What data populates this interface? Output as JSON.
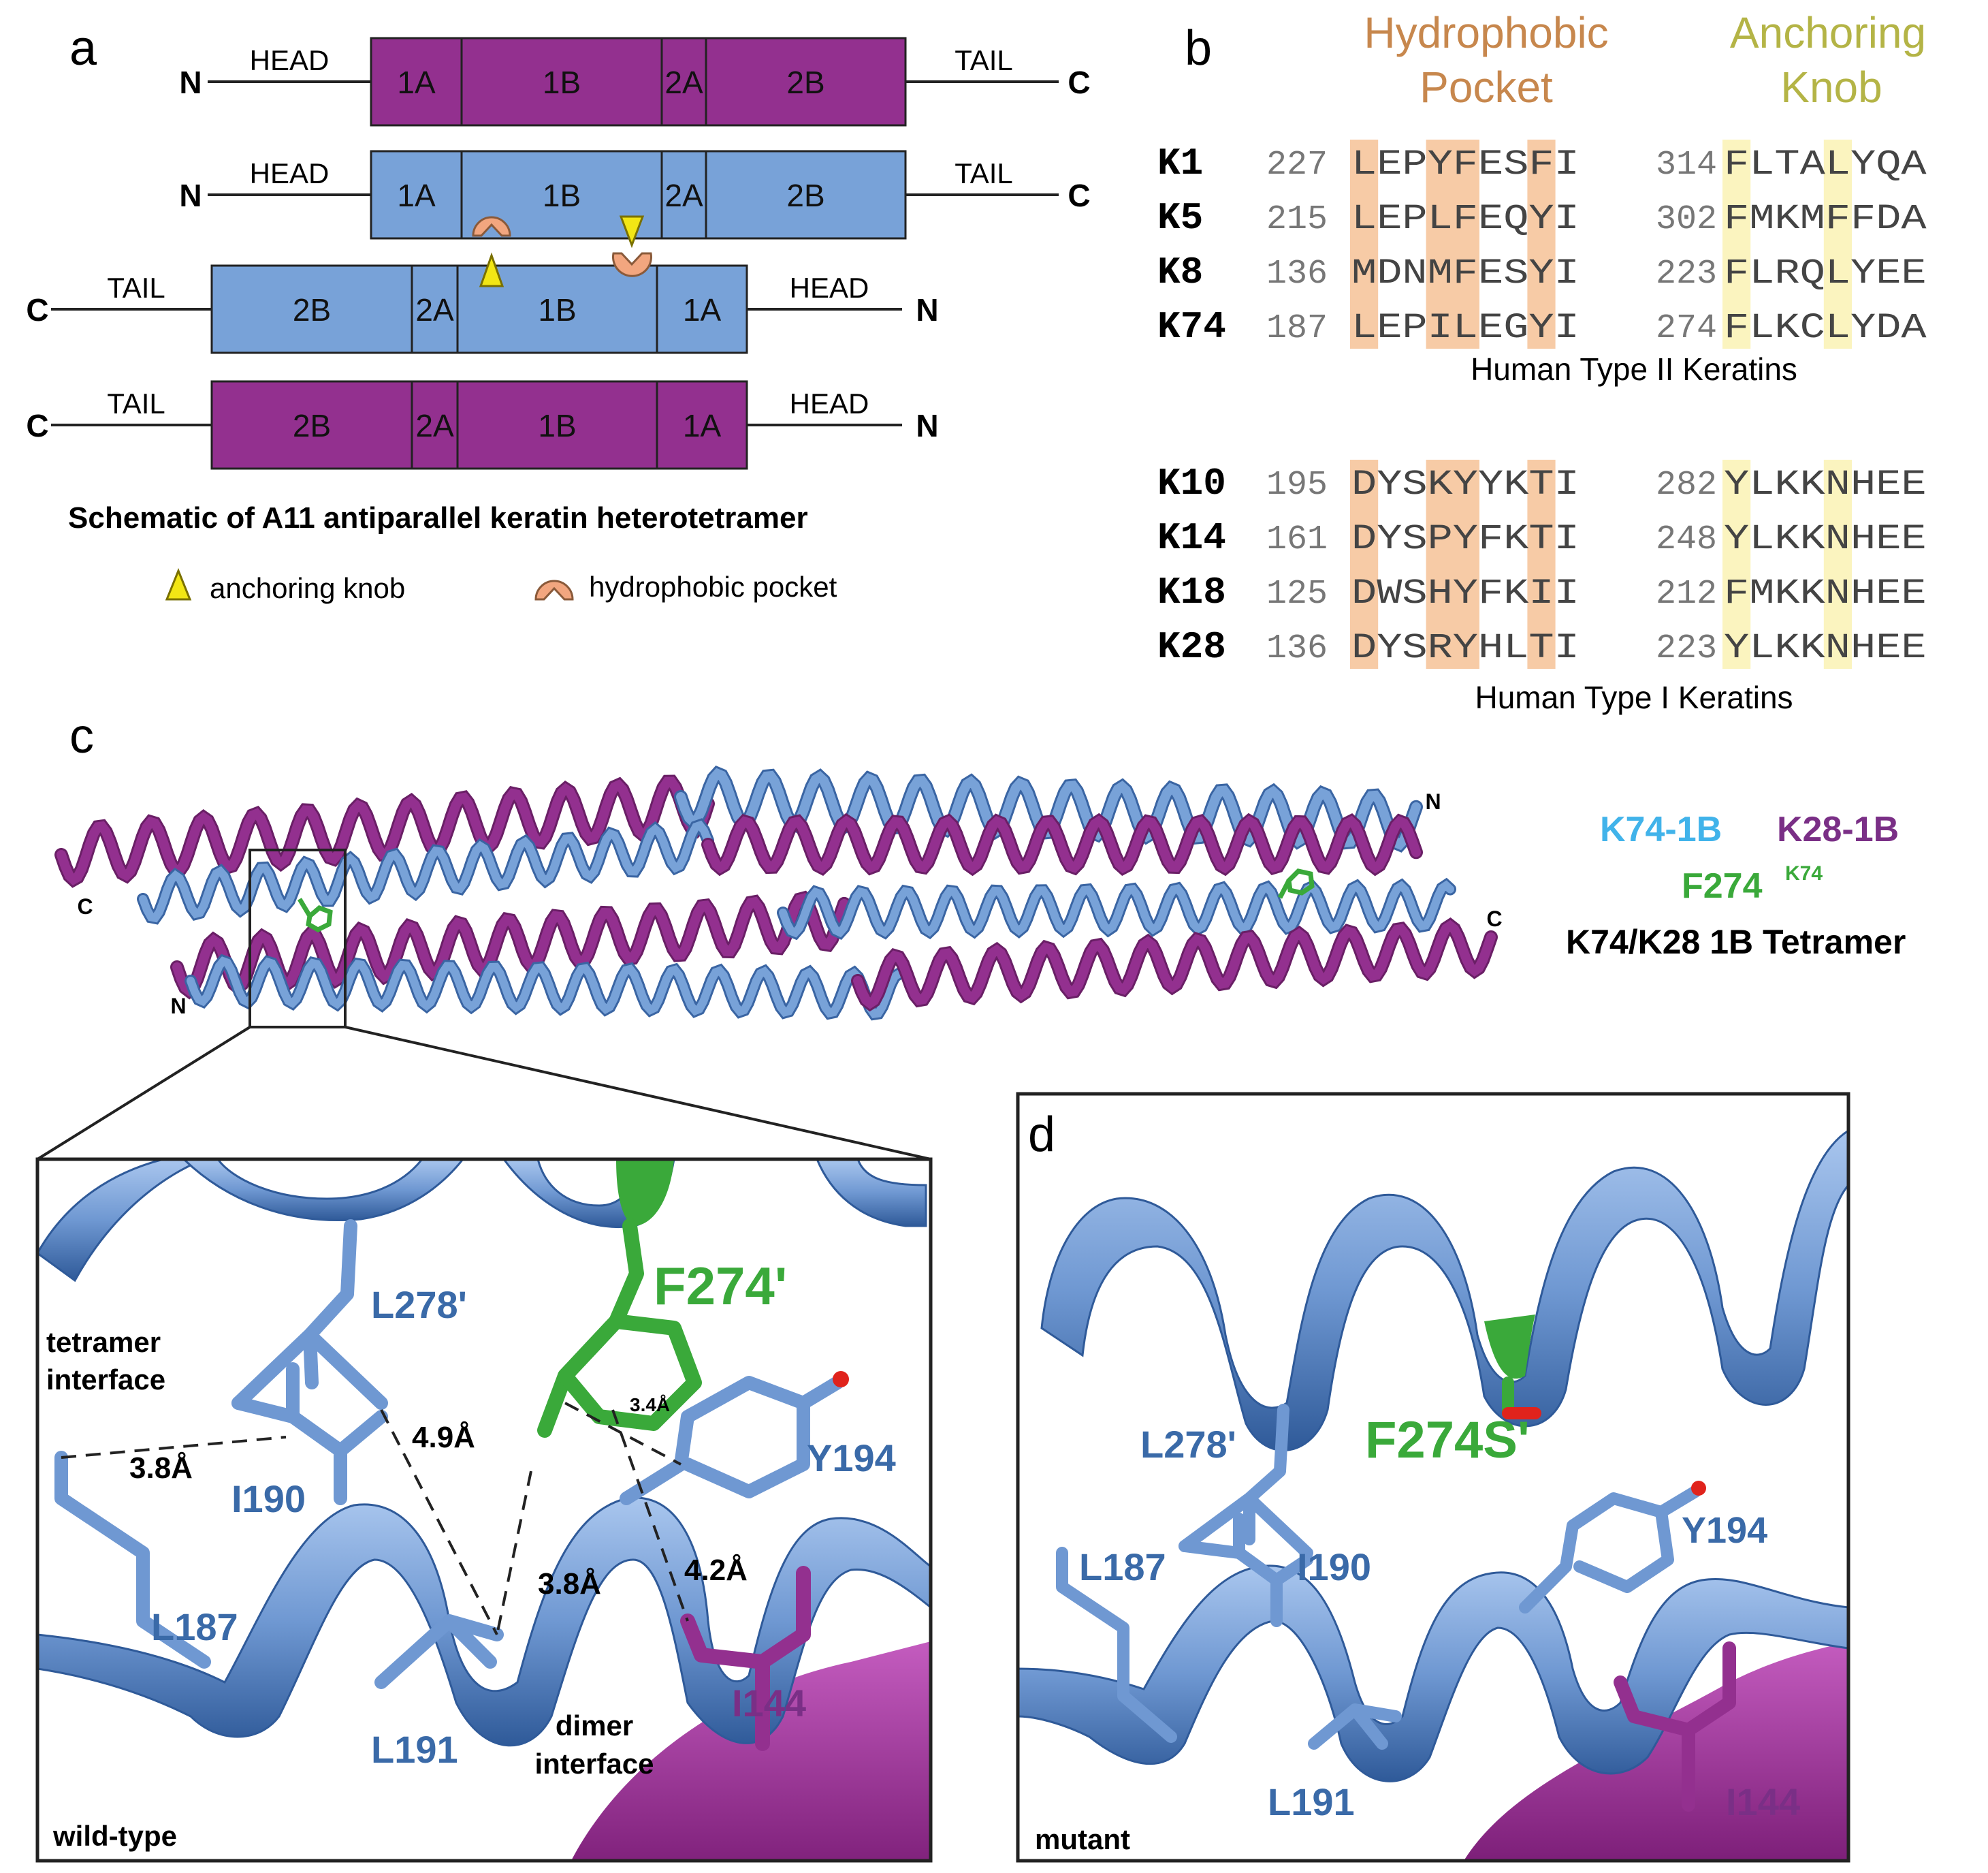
{
  "colors": {
    "purple": "#93308f",
    "blue": "#78a2d8",
    "orange": "#f7cba6",
    "yellow_hi": "#fbf4bf",
    "green": "#3aa93a",
    "dark_blue_text": "#3a6aa8",
    "purple_text": "#7a2f86",
    "light_blue_text": "#41b3ea",
    "hydrophobic_title": "#c7874d",
    "anchoring_title": "#b4b446",
    "knob_yellow": "#f2e615",
    "pocket_orange": "#f2a67f"
  },
  "panel_a": {
    "label": "a",
    "chains": [
      {
        "left_end": "N",
        "left_region": "HEAD",
        "domains": [
          "1A",
          "1B",
          "2A",
          "2B"
        ],
        "right_region": "TAIL",
        "right_end": "C"
      },
      {
        "left_end": "N",
        "left_region": "HEAD",
        "domains": [
          "1A",
          "1B",
          "2A",
          "2B"
        ],
        "right_region": "TAIL",
        "right_end": "C"
      },
      {
        "left_end": "C",
        "left_region": "TAIL",
        "domains": [
          "2B",
          "2A",
          "1B",
          "1A"
        ],
        "right_region": "HEAD",
        "right_end": "N"
      },
      {
        "left_end": "C",
        "left_region": "TAIL",
        "domains": [
          "2B",
          "2A",
          "1B",
          "1A"
        ],
        "right_region": "HEAD",
        "right_end": "N"
      }
    ],
    "caption": "Schematic of A11 antiparallel keratin heterotetramer",
    "legend": [
      {
        "icon": "triangle-icon",
        "label": "anchoring knob"
      },
      {
        "icon": "pocket-icon",
        "label": "hydrophobic pocket"
      }
    ]
  },
  "panel_b": {
    "label": "b",
    "titles": {
      "hydrophobic": [
        "Hydrophobic",
        "Pocket"
      ],
      "anchoring": [
        "Anchoring",
        "Knob"
      ]
    },
    "type2": {
      "caption": "Human Type II Keratins",
      "rows": [
        {
          "name": "K1",
          "n1": "227",
          "s1": "LEPYFESFI",
          "n2": "314",
          "s2": "FLTALYQA"
        },
        {
          "name": "K5",
          "n1": "215",
          "s1": "LEPLFEQYI",
          "n2": "302",
          "s2": "FMKMFFDA"
        },
        {
          "name": "K8",
          "n1": "136",
          "s1": "MDNMFESYI",
          "n2": "223",
          "s2": "FLRQLYEE"
        },
        {
          "name": "K74",
          "n1": "187",
          "s1": "LEPILEGYI",
          "n2": "274",
          "s2": "FLKCLYDA"
        }
      ]
    },
    "type1": {
      "caption": "Human Type I Keratins",
      "rows": [
        {
          "name": "K10",
          "n1": "195",
          "s1": "DYSKYYKTI",
          "n2": "282",
          "s2": "YLKKNHEE"
        },
        {
          "name": "K14",
          "n1": "161",
          "s1": "DYSPYFKTI",
          "n2": "248",
          "s2": "YLKKNHEE"
        },
        {
          "name": "K18",
          "n1": "125",
          "s1": "DWSHYFKII",
          "n2": "212",
          "s2": "FMKKNHEE"
        },
        {
          "name": "K28",
          "n1": "136",
          "s1": "DYSRYHLTI",
          "n2": "223",
          "s2": "YLKKNHEE"
        }
      ]
    }
  },
  "panel_c": {
    "label": "c",
    "legend": {
      "k74": "K74-1B",
      "k28": "K28-1B",
      "f_main": "F274",
      "f_sup": "K74",
      "title": "K74/K28 1B Tetramer"
    },
    "end_labels": {
      "top_right": "N",
      "mid_left": "C",
      "mid_right": "C",
      "bottom_left": "N"
    }
  },
  "panel_wt": {
    "labels": {
      "L278": "L278'",
      "F274": "F274'",
      "tetramer": [
        "tetramer",
        "interface"
      ],
      "I190": "I190",
      "Y194": "Y194",
      "L187": "L187",
      "L191": "L191",
      "I144": "I144",
      "dimer": [
        "dimer",
        "interface"
      ],
      "state": "wild-type"
    },
    "distances": {
      "d1": "3.8Å",
      "d2": "4.9Å",
      "d3": "3.4Å",
      "d4": "3.8Å",
      "d5": "4.2Å"
    }
  },
  "panel_d": {
    "label": "d",
    "labels": {
      "L278": "L278'",
      "F274S": "F274S'",
      "L187": "L187",
      "I190": "I190",
      "Y194": "Y194",
      "L191": "L191",
      "I144": "I144",
      "state": "mutant"
    }
  }
}
